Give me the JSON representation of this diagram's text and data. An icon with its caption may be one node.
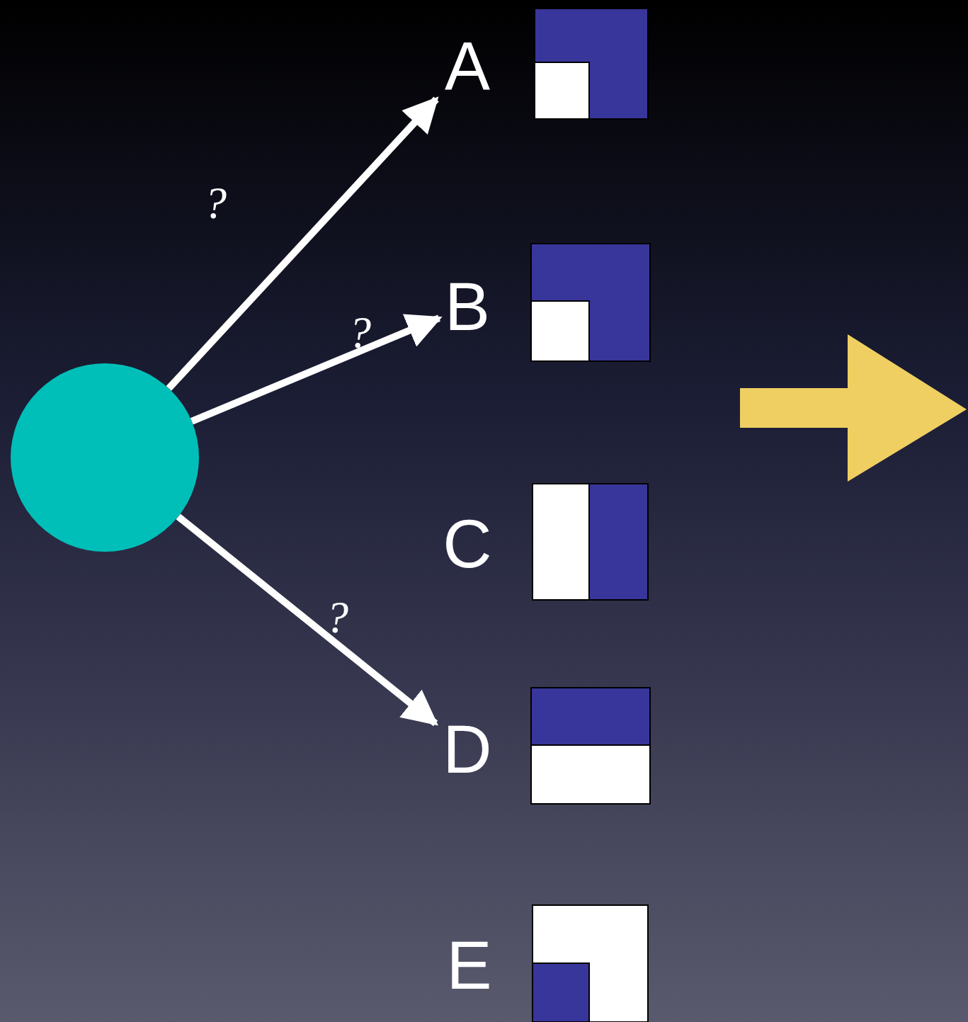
{
  "diagram": {
    "nodes": [
      {
        "text": [],
        "shape": "circle"
      },
      {
        "text": [
          "A"
        ]
      },
      {
        "text": [
          "B"
        ]
      },
      {
        "text": [
          "C"
        ]
      },
      {
        "text": [
          "D"
        ]
      },
      {
        "text": [
          "E"
        ]
      }
    ],
    "edges": [
      {
        "from": 0,
        "to": 1,
        "arrow": "to",
        "label": "?"
      },
      {
        "from": 0,
        "to": 2,
        "arrow": "to",
        "label": "?"
      },
      {
        "from": 0,
        "to": 4,
        "arrow": "to",
        "label": "?"
      }
    ]
  }
}
